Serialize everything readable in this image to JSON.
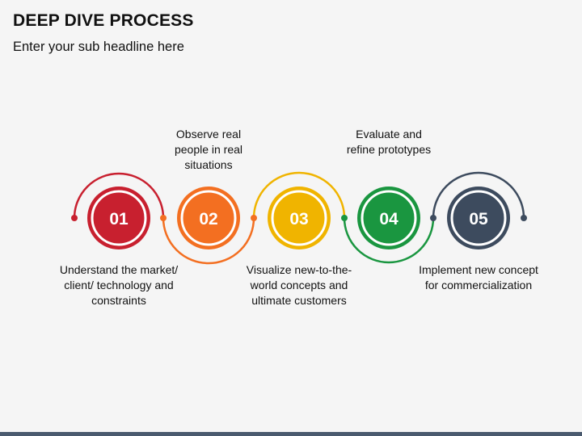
{
  "header": {
    "title": "DEEP DIVE PROCESS",
    "subtitle": "Enter your sub headline here"
  },
  "steps": [
    {
      "number": "01",
      "label": "Understand the market/ client/ technology and constraints",
      "color": "#c8202f"
    },
    {
      "number": "02",
      "label": "Observe real people in real situations",
      "color": "#f36f21"
    },
    {
      "number": "03",
      "label": "Visualize new-to-the-world concepts and ultimate customers",
      "color": "#f0b400"
    },
    {
      "number": "04",
      "label": "Evaluate and refine prototypes",
      "color": "#1a9640"
    },
    {
      "number": "05",
      "label": "Implement new concept for commercialization",
      "color": "#3d4b5e"
    }
  ],
  "footer": {
    "bar_color": "#4a5a6e"
  }
}
